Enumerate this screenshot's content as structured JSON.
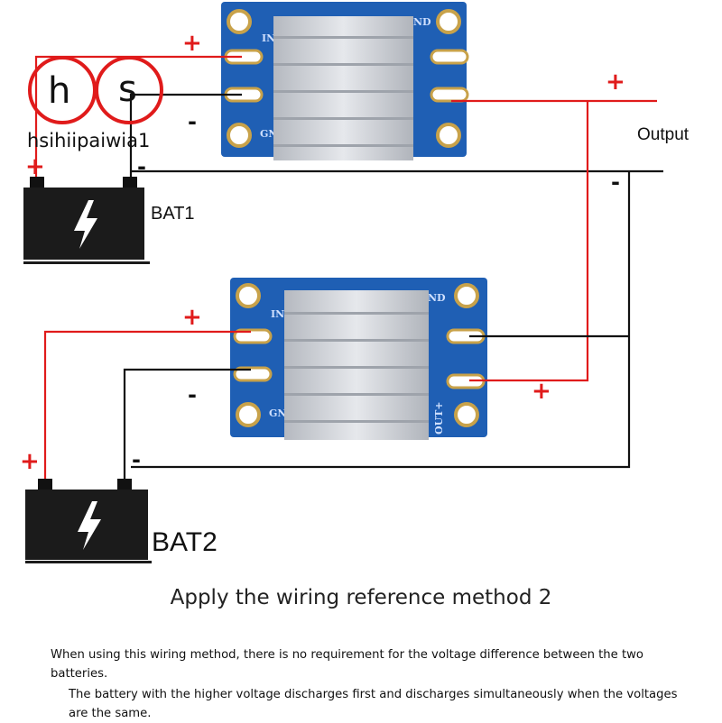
{
  "batteries": [
    {
      "label": "BAT1"
    },
    {
      "label": "BAT2"
    }
  ],
  "output": {
    "label": "Output"
  },
  "signs": {
    "plus": "+",
    "minus": "-"
  },
  "modules": {
    "pin_in": "IN",
    "pin_gnd": "GN",
    "pin_gnd_right": "ND",
    "pin_out": "OUT+"
  },
  "watermark": {
    "logo_letters": [
      "h",
      "s"
    ],
    "text": "hsihiipaiwia1"
  },
  "title": "Apply the wiring reference method 2",
  "notes": [
    "When using this wiring method, there is no requirement for the voltage difference between the two batteries.",
    "The battery with the higher voltage discharges first and discharges simultaneously when the voltages are the same."
  ],
  "colors": {
    "positive_wire": "#e01b1b",
    "negative_wire": "#111111",
    "pcb": "#1f5fb4",
    "heatsink": "#c9ccd2",
    "battery": "#1b1b1b"
  }
}
